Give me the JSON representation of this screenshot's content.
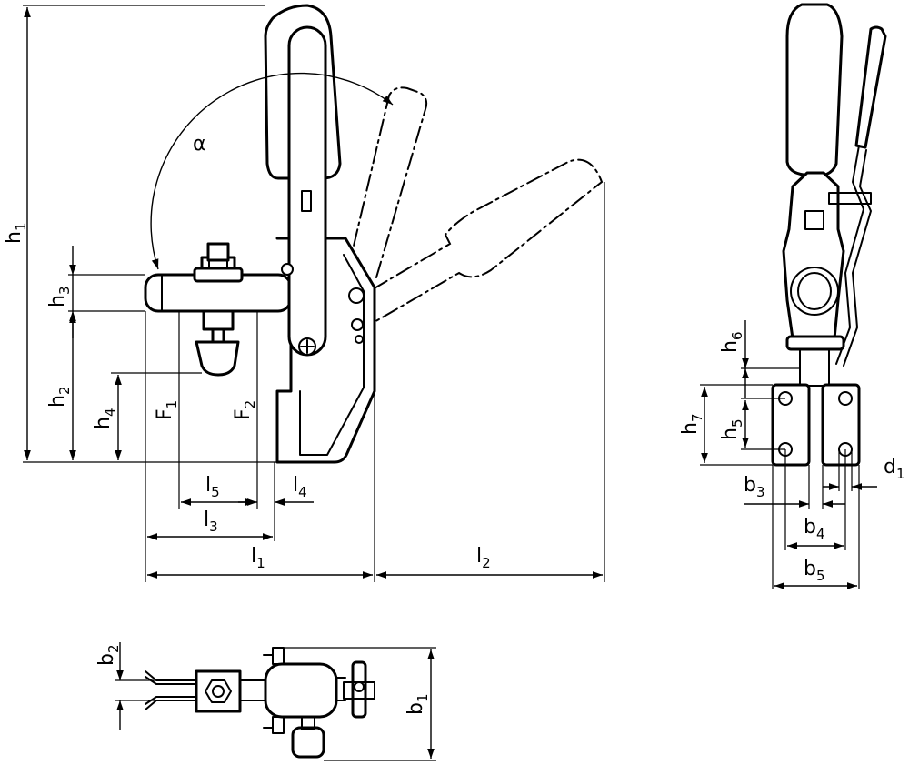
{
  "side_view": {
    "angle": "α",
    "dims": {
      "h1": {
        "base": "h",
        "sub": "1"
      },
      "h2": {
        "base": "h",
        "sub": "2"
      },
      "h3": {
        "base": "h",
        "sub": "3"
      },
      "h4": {
        "base": "h",
        "sub": "4"
      },
      "F1": {
        "base": "F",
        "sub": "1"
      },
      "F2": {
        "base": "F",
        "sub": "2"
      },
      "l1": {
        "base": "l",
        "sub": "1"
      },
      "l2": {
        "base": "l",
        "sub": "2"
      },
      "l3": {
        "base": "l",
        "sub": "3"
      },
      "l4": {
        "base": "l",
        "sub": "4"
      },
      "l5": {
        "base": "l",
        "sub": "5"
      }
    }
  },
  "front_view": {
    "dims": {
      "h5": {
        "base": "h",
        "sub": "5"
      },
      "h6": {
        "base": "h",
        "sub": "6"
      },
      "h7": {
        "base": "h",
        "sub": "7"
      },
      "b3": {
        "base": "b",
        "sub": "3"
      },
      "b4": {
        "base": "b",
        "sub": "4"
      },
      "b5": {
        "base": "b",
        "sub": "5"
      },
      "d1": {
        "base": "d",
        "sub": "1"
      }
    }
  },
  "top_view": {
    "dims": {
      "b1": {
        "base": "b",
        "sub": "1"
      },
      "b2": {
        "base": "b",
        "sub": "2"
      }
    }
  }
}
